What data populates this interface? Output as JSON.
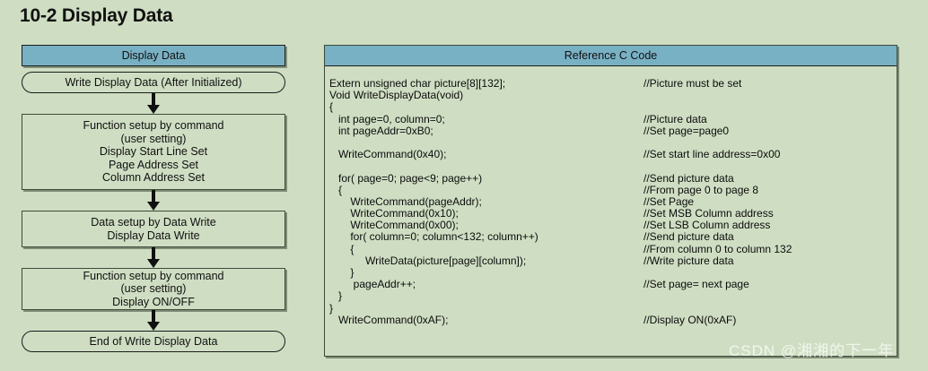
{
  "page_title": "10-2 Display Data",
  "colors": {
    "background": "#cfdec3",
    "header_bar": "#79b1c4",
    "outline": "#3d4a38",
    "text": "#0b0b0b"
  },
  "flow": {
    "header": "Display Data",
    "start_pill": "Write Display Data (After Initialized)",
    "box1": [
      "Function setup by command",
      "(user setting)",
      "Display Start Line Set",
      "Page Address Set",
      "Column Address Set"
    ],
    "box2": [
      "Data setup by Data Write",
      "Display Data Write"
    ],
    "box3": [
      "Function setup by command",
      "(user setting)",
      "Display ON/OFF"
    ],
    "end_pill": "End of Write Display Data"
  },
  "code_panel": {
    "header": "Reference C Code",
    "code_lines": [
      "Extern unsigned char picture[8][132];",
      "Void WriteDisplayData(void)",
      "{",
      "   int page=0, column=0;",
      "   int pageAddr=0xB0;",
      "",
      "   WriteCommand(0x40);",
      "",
      "   for( page=0; page<9; page++)",
      "   {",
      "       WriteCommand(pageAddr);",
      "       WriteCommand(0x10);",
      "       WriteCommand(0x00);",
      "       for( column=0; column<132; column++)",
      "       {",
      "            WriteData(picture[page][column]);",
      "       }",
      "        pageAddr++;",
      "   }",
      "}",
      "   WriteCommand(0xAF);"
    ],
    "comment_lines": [
      "//Picture must be set",
      "",
      "",
      "//Picture data",
      "//Set page=page0",
      "",
      "//Set start line address=0x00",
      "",
      "//Send picture data",
      "//From page 0 to page 8",
      "//Set Page",
      "//Set MSB Column address",
      "//Set LSB Column address",
      "//Send picture data",
      "//From column 0 to column 132",
      "//Write picture data",
      "",
      "//Set page= next page",
      "",
      "",
      "//Display ON(0xAF)"
    ]
  },
  "watermark": "CSDN @湘湘的下一年"
}
